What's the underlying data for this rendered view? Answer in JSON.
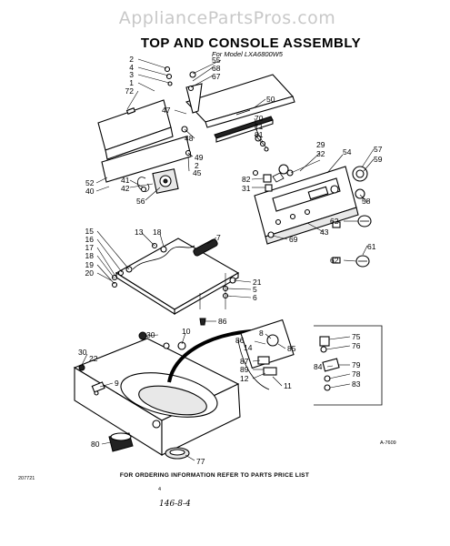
{
  "watermark": "AppliancePartsPros.com",
  "title": "TOP AND CONSOLE ASSEMBLY",
  "subtitle": "For Model LXA6800W5",
  "footer": "FOR ORDERING INFORMATION REFER TO PARTS PRICE LIST",
  "doc_code": "207721",
  "figure_code": "A-7609",
  "page_marker": "4",
  "handwritten_note": "146-8-4",
  "callouts": {
    "c1": "2",
    "c2": "4",
    "c3": "3",
    "c4": "1",
    "c5": "72",
    "c6": "47",
    "c7": "55",
    "c8": "68",
    "c9": "67",
    "c10": "50",
    "c11": "70",
    "c12": "71",
    "c13": "81",
    "c14": "48",
    "c15": "52",
    "c16": "40",
    "c17": "41",
    "c18": "42",
    "c19": "56",
    "c20": "49",
    "c21": "2",
    "c22": "45",
    "c23": "82",
    "c24": "31",
    "c25": "29",
    "c26": "32",
    "c27": "54",
    "c28": "57",
    "c29": "59",
    "c30": "58",
    "c31": "62",
    "c32": "69",
    "c33": "43",
    "c34": "61",
    "c35": "62",
    "c36": "15",
    "c37": "16",
    "c38": "17",
    "c39": "18",
    "c40": "19",
    "c41": "20",
    "c42": "13",
    "c43": "18",
    "c44": "7",
    "c45": "21",
    "c46": "5",
    "c47": "6",
    "c48": "86",
    "c49": "30",
    "c50": "10",
    "c51": "30",
    "c52": "22",
    "c53": "9",
    "c54": "8",
    "c55": "86",
    "c56": "14",
    "c57": "85",
    "c58": "87",
    "c59": "89",
    "c60": "12",
    "c61": "11",
    "c62": "75",
    "c63": "76",
    "c64": "84",
    "c65": "79",
    "c66": "78",
    "c67": "83",
    "c68": "80",
    "c69": "77"
  }
}
